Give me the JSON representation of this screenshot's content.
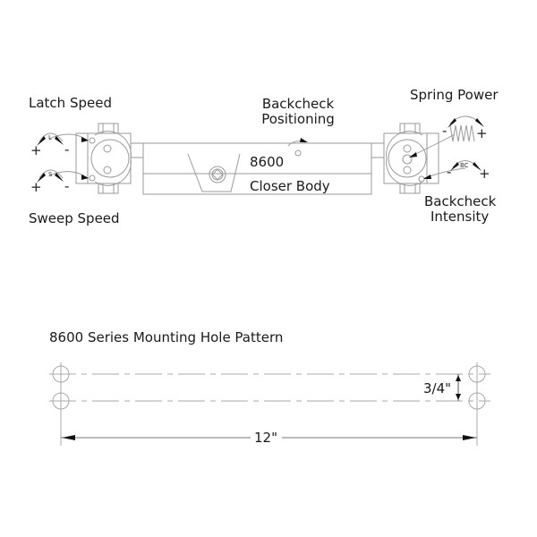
{
  "top_diagram": {
    "labels": {
      "latch_speed": "Latch Speed",
      "sweep_speed": "Sweep Speed",
      "backcheck_positioning_line1": "Backcheck",
      "backcheck_positioning_line2": "Positioning",
      "spring_power": "Spring Power",
      "backcheck_intensity_line1": "Backcheck",
      "backcheck_intensity_line2": "Intensity",
      "model": "8600",
      "body": "Closer Body"
    },
    "adjusters": {
      "latch": {
        "letter": "L",
        "plus": "+",
        "minus": "-"
      },
      "sweep": {
        "letter": "S",
        "plus": "+",
        "minus": "-"
      },
      "spring": {
        "plus": "+",
        "minus": "-"
      },
      "backcheck": {
        "letter": "BC",
        "plus": "+",
        "minus": "-"
      }
    }
  },
  "hole_pattern": {
    "title": "8600 Series Mounting Hole Pattern",
    "vertical_dimension": "3/4\"",
    "horizontal_dimension": "12\""
  },
  "colors": {
    "line": "#9a9a9a",
    "text": "#1a1a1a",
    "arrow": "#111111"
  }
}
